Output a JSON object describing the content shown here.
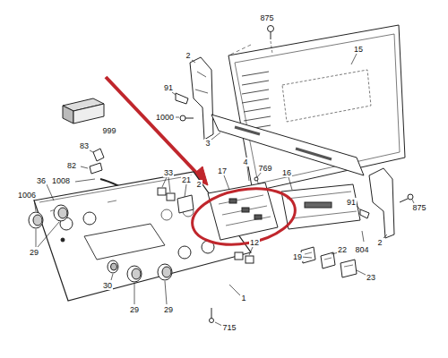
{
  "diagram": {
    "labels": [
      "875",
      "2",
      "91",
      "15",
      "1000",
      "999",
      "3",
      "83",
      "82",
      "1008",
      "36",
      "1006",
      "33",
      "21",
      "2",
      "17",
      "4",
      "769",
      "16",
      "91",
      "875",
      "2",
      "804",
      "22",
      "19",
      "23",
      "12",
      "29",
      "29",
      "30",
      "29",
      "1",
      "715"
    ]
  }
}
